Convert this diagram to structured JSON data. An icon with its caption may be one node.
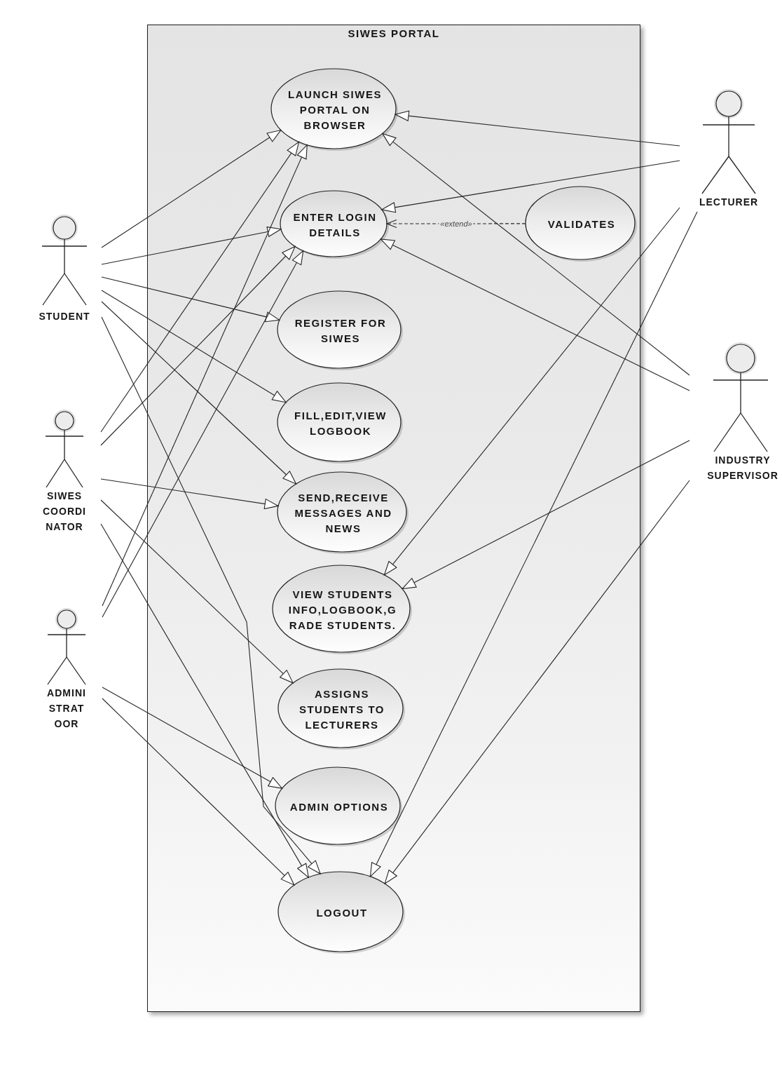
{
  "diagram": {
    "nodes": [
      {
        "text": [
          "SIWES PORTAL"
        ]
      },
      {
        "text": [
          "LAUNCH SIWES PORTAL ON BROWSER"
        ],
        "in": 0
      },
      {
        "text": [
          "ENTER LOGIN DETAILS"
        ],
        "in": 0
      },
      {
        "text": [
          "VALIDATES"
        ],
        "in": 0
      },
      {
        "text": [
          "REGISTER FOR SIWES"
        ],
        "in": 0
      },
      {
        "text": [
          "FILL,EDIT,VIEW LOGBOOK"
        ],
        "in": 0
      },
      {
        "text": [
          "SEND,RECEIVE MESSAGES AND NEWS"
        ],
        "in": 0
      },
      {
        "text": [
          "VIEW STUDENTS INFO,LOGBOOK,G RADE STUDENTS."
        ],
        "in": 0
      },
      {
        "text": [
          "ASSIGNS STUDENTS TO LECTURERS"
        ],
        "in": 0
      },
      {
        "text": [
          "ADMIN OPTIONS"
        ],
        "in": 0
      },
      {
        "text": [
          "LOGOUT"
        ],
        "in": 0
      },
      {
        "text": [
          "STUDENT"
        ]
      },
      {
        "text": [
          "SIWES COORDI NATOR"
        ]
      },
      {
        "text": [
          "ADMINI STRAT OOR"
        ]
      },
      {
        "text": [
          "LECTURER"
        ]
      },
      {
        "text": [
          "INDUSTRY SUPERVISOR"
        ]
      }
    ],
    "edges": [
      {
        "from": 11,
        "to": 1,
        "arrow": "to"
      },
      {
        "from": 11,
        "to": 2,
        "arrow": "to"
      },
      {
        "from": 11,
        "to": 4,
        "arrow": "to"
      },
      {
        "from": 11,
        "to": 5,
        "arrow": "to"
      },
      {
        "from": 11,
        "to": 6,
        "arrow": "to"
      },
      {
        "from": 11,
        "to": 10,
        "arrow": "to"
      },
      {
        "from": 12,
        "to": 1,
        "arrow": "to"
      },
      {
        "from": 12,
        "to": 2,
        "arrow": "to"
      },
      {
        "from": 12,
        "to": 6,
        "arrow": "to"
      },
      {
        "from": 12,
        "to": 8,
        "arrow": "to"
      },
      {
        "from": 12,
        "to": 10,
        "arrow": "to"
      },
      {
        "from": 13,
        "to": 1,
        "arrow": "to"
      },
      {
        "from": 13,
        "to": 2,
        "arrow": "to"
      },
      {
        "from": 13,
        "to": 9,
        "arrow": "to"
      },
      {
        "from": 13,
        "to": 10,
        "arrow": "to"
      },
      {
        "from": 14,
        "to": 1,
        "arrow": "to"
      },
      {
        "from": 14,
        "to": 2,
        "arrow": "to"
      },
      {
        "from": 14,
        "to": 7,
        "arrow": "to"
      },
      {
        "from": 14,
        "to": 10,
        "arrow": "to"
      },
      {
        "from": 15,
        "to": 1,
        "arrow": "to"
      },
      {
        "from": 15,
        "to": 2,
        "arrow": "to"
      },
      {
        "from": 15,
        "to": 7,
        "arrow": "to"
      },
      {
        "from": 15,
        "to": 10,
        "arrow": "to"
      },
      {
        "from": 3,
        "to": 2,
        "arrow": "to",
        "label": "«extend»",
        "style": "dashed"
      }
    ]
  }
}
